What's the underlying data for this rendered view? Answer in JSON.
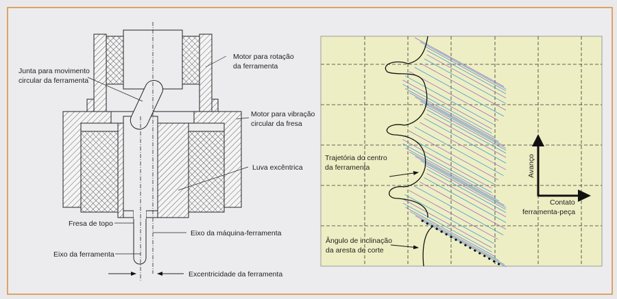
{
  "left_diagram": {
    "labels": {
      "motor_rotacao": [
        "Motor para rotação",
        "da ferramenta"
      ],
      "junta": [
        "Junta para movimento",
        "circular da ferramenta"
      ],
      "motor_vibracao": [
        "Motor para vibração",
        "circular da fresa"
      ],
      "luva": "Luva excêntrica",
      "fresa": "Fresa de topo",
      "eixo_maquina": "Eixo da máquina-ferramenta",
      "eixo_ferramenta": "Eixo da ferramenta",
      "excentricidade": "Excentricidade da ferramenta"
    }
  },
  "right_diagram": {
    "labels": {
      "trajetoria": [
        "Trajetória do centro",
        "da ferramenta"
      ],
      "angulo": [
        "Ângulo de inclinação",
        "da aresta de corte"
      ],
      "avanco": "Avanço",
      "contato": [
        "Contato",
        "ferramenta-peça"
      ]
    }
  },
  "colors": {
    "frame": "#d98a3a",
    "plot_bg": "#eeeec4",
    "line_blue": "#3aa0d0",
    "line_purple": "#9a6fc0"
  }
}
